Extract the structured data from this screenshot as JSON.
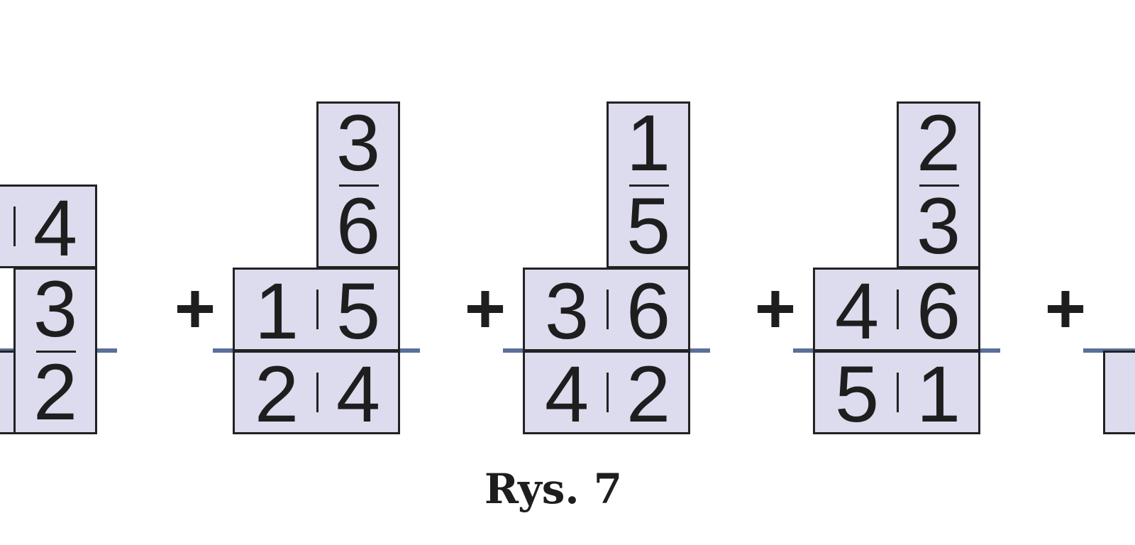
{
  "caption": "Rys. 7",
  "plus": "+",
  "group1": {
    "top_right": "4",
    "frac_num": "3",
    "frac_den": "2"
  },
  "groups": [
    {
      "frac_num": "3",
      "frac_den": "6",
      "mid": [
        "1",
        "5"
      ],
      "bottom": [
        "2",
        "4"
      ]
    },
    {
      "frac_num": "1",
      "frac_den": "5",
      "mid": [
        "3",
        "6"
      ],
      "bottom": [
        "4",
        "2"
      ]
    },
    {
      "frac_num": "2",
      "frac_den": "3",
      "mid": [
        "4",
        "6"
      ],
      "bottom": [
        "5",
        "1"
      ]
    }
  ],
  "colors": {
    "tile": "#dddbee",
    "line": "#5a6f9a",
    "ink": "#222222"
  }
}
